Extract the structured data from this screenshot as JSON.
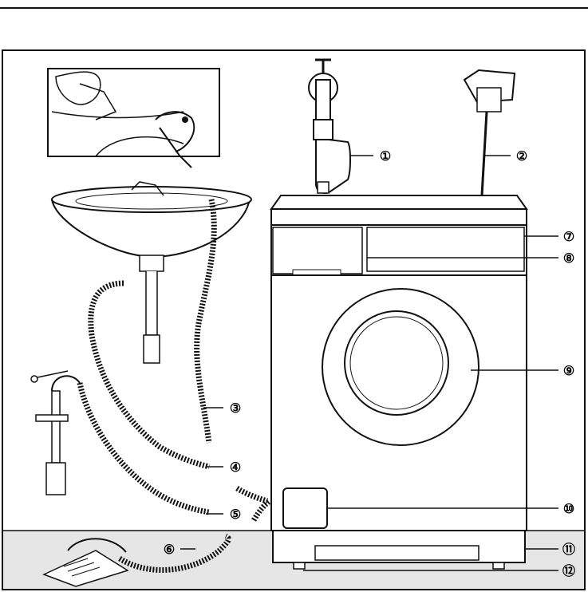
{
  "callouts": [
    {
      "id": "1",
      "label": "①"
    },
    {
      "id": "2",
      "label": "②"
    },
    {
      "id": "3",
      "label": "③"
    },
    {
      "id": "4",
      "label": "④"
    },
    {
      "id": "5",
      "label": "⑤"
    },
    {
      "id": "6",
      "label": "⑥"
    },
    {
      "id": "7",
      "label": "⑦"
    },
    {
      "id": "8",
      "label": "⑧"
    },
    {
      "id": "9",
      "label": "⑨"
    },
    {
      "id": "10",
      "label": "⑩"
    },
    {
      "id": "11",
      "label": "⑪"
    },
    {
      "id": "12",
      "label": "⑫"
    }
  ],
  "colors": {
    "line": "#111111",
    "floor": "#e6e6e6",
    "background": "#ffffff"
  },
  "icons": [
    "water-tap-icon",
    "power-socket-icon",
    "sink-icon",
    "washing-machine-icon",
    "drain-pipe-icon",
    "floor-drain-icon"
  ]
}
